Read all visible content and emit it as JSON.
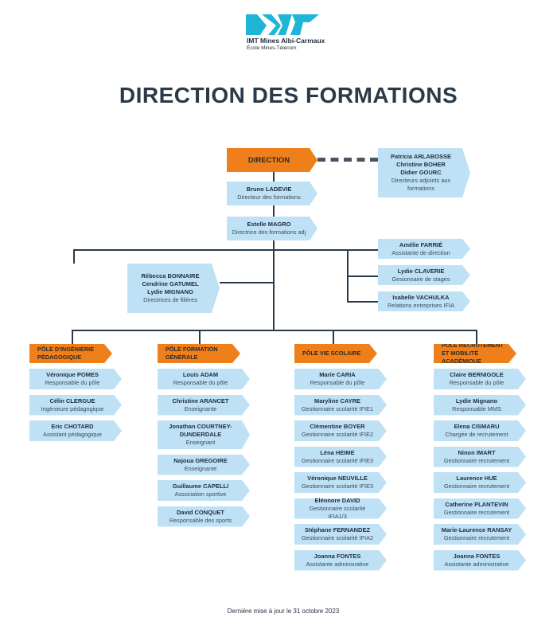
{
  "logo": {
    "name": "IMT Mines Albi-Carmaux",
    "subtitle": "École Mines-Télécom"
  },
  "title": "DIRECTION DES FORMATIONS",
  "direction": {
    "label": "DIRECTION"
  },
  "deputies": {
    "names": [
      "Patricia ARLABOSSE",
      "Christine BOHER",
      "Didier GOURC"
    ],
    "role": "Directeurs adjoints aux formations"
  },
  "director": {
    "name": "Bruno LADEVIE",
    "role": "Directeur des formations"
  },
  "deputy_director": {
    "name": "Estelle MAGRO",
    "role": "Directrice des formations adj"
  },
  "filieres": {
    "names": [
      "Rébecca BONNAIRE",
      "Cendrine GATUMEL",
      "Lydie MIGNANO"
    ],
    "role": "Directrices de filières"
  },
  "staff": [
    {
      "name": "Amélie FARRIÉ",
      "role": "Assistante de direction"
    },
    {
      "name": "Lydie CLAVERIE",
      "role": "Gesionnaire de stages"
    },
    {
      "name": "Isabelle VACHULKA",
      "role": "Relations entreprises IFIA"
    }
  ],
  "poles": [
    {
      "label": "PÔLE D'INGÉNIERIE PÉDAGOGIQUE",
      "members": [
        {
          "name": "Véronique POMES",
          "role": "Responsable du pôle"
        },
        {
          "name": "Célin CLERGUE",
          "role": "Ingénieure pédagogique"
        },
        {
          "name": "Eric CHOTARD",
          "role": "Assistant pédagogique"
        }
      ]
    },
    {
      "label": "PÔLE FORMATION GÉNÉRALE",
      "members": [
        {
          "name": "Louis ADAM",
          "role": "Responsable du pôle"
        },
        {
          "name": "Christine ARANCET",
          "role": "Enseignante"
        },
        {
          "name": "Jonathan COURTNEY-DUNDERDALE",
          "role": "Enseignant"
        },
        {
          "name": "Najoua GREGOIRE",
          "role": "Enseignante"
        },
        {
          "name": "Guillaume CAPELLI",
          "role": "Association sportive"
        },
        {
          "name": "David CONQUET",
          "role": "Responsable des sports"
        }
      ]
    },
    {
      "label": "PÔLE VIE SCOLAIRE",
      "members": [
        {
          "name": "Marie CARIA",
          "role": "Responsable du pôle"
        },
        {
          "name": "Maryline CAYRE",
          "role": "Gestionnaire scolarité IFIE1"
        },
        {
          "name": "Clémentine BOYER",
          "role": "Gestionnaire scolarité IFIE2"
        },
        {
          "name": "Léna HEIME",
          "role": "Gestionnaire scolarité IFIE3"
        },
        {
          "name": "Véronique NEUVILLE",
          "role": "Gestionnaire scolarité IFIE3"
        },
        {
          "name": "Éléonore DAVID",
          "role": "Gestionnaire scolarité IFIA1/3"
        },
        {
          "name": "Stéphane FERNANDEZ",
          "role": "Gestionnaire scolarité IFIA2"
        },
        {
          "name": "Joanna FONTES",
          "role": "Assistante adminisrative"
        }
      ]
    },
    {
      "label": "PÔLE RECRUTEMENT ET MOBILITÉ ACADÉMIQUE",
      "members": [
        {
          "name": "Claire BERNIGOLE",
          "role": "Responsable du pôle"
        },
        {
          "name": "Lydie Mignano",
          "role": "Responsable MMS"
        },
        {
          "name": "Elena CISMARU",
          "role": "Chargée de recrutement"
        },
        {
          "name": "Ninon IMART",
          "role": "Gestionnaire recrutement"
        },
        {
          "name": "Laurence HUE",
          "role": "Gestionnaire recrutement"
        },
        {
          "name": "Catherine PLANTEVIN",
          "role": "Gestionnaire recrutement"
        },
        {
          "name": "Marie-Laurence RANSAY",
          "role": "Gestionnaire recrutement"
        },
        {
          "name": "Joanna FONTES",
          "role": "Assistante administrative"
        }
      ]
    }
  ],
  "footer": "Dernière mise à jour le 31 octobre 2023",
  "colors": {
    "orange": "#ef7f1a",
    "blue": "#bfe1f6",
    "dark": "#2b3a4a",
    "logo": "#1fb5d6"
  }
}
